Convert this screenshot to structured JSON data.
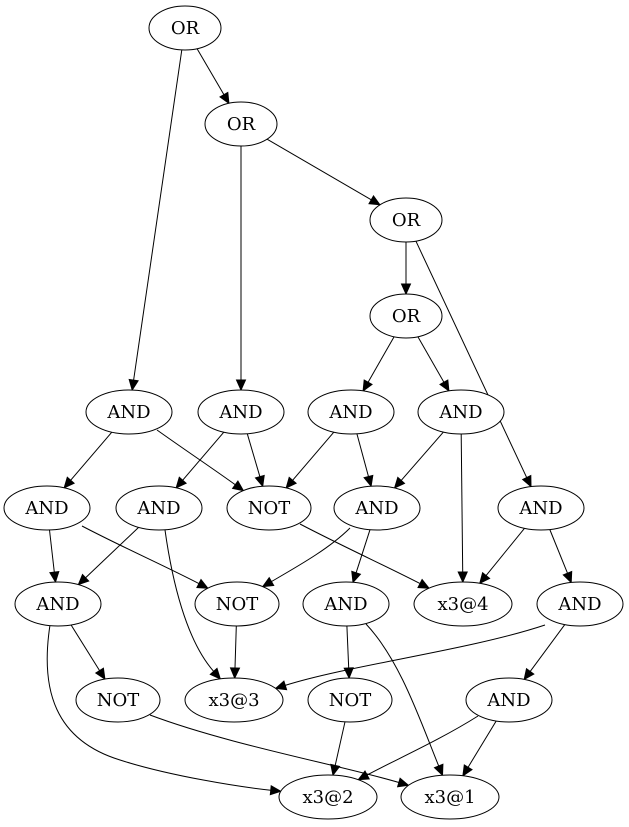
{
  "nodes": [
    {
      "id": "n1",
      "label": "OR"
    },
    {
      "id": "n2",
      "label": "OR"
    },
    {
      "id": "n3",
      "label": "OR"
    },
    {
      "id": "n4",
      "label": "OR"
    },
    {
      "id": "n5",
      "label": "AND"
    },
    {
      "id": "n6",
      "label": "AND"
    },
    {
      "id": "n7",
      "label": "AND"
    },
    {
      "id": "n8",
      "label": "AND"
    },
    {
      "id": "n9",
      "label": "AND"
    },
    {
      "id": "n10",
      "label": "AND"
    },
    {
      "id": "n11",
      "label": "NOT"
    },
    {
      "id": "n12",
      "label": "AND"
    },
    {
      "id": "n13",
      "label": "AND"
    },
    {
      "id": "n14",
      "label": "AND"
    },
    {
      "id": "n15",
      "label": "NOT"
    },
    {
      "id": "n16",
      "label": "AND"
    },
    {
      "id": "n17",
      "label": "x3@4"
    },
    {
      "id": "n18",
      "label": "AND"
    },
    {
      "id": "n19",
      "label": "NOT"
    },
    {
      "id": "n20",
      "label": "x3@3"
    },
    {
      "id": "n21",
      "label": "NOT"
    },
    {
      "id": "n22",
      "label": "AND"
    },
    {
      "id": "n23",
      "label": "x3@2"
    },
    {
      "id": "n24",
      "label": "x3@1"
    }
  ],
  "edges": [
    {
      "from": "n1",
      "to": "n2"
    },
    {
      "from": "n1",
      "to": "n5"
    },
    {
      "from": "n2",
      "to": "n3"
    },
    {
      "from": "n2",
      "to": "n6"
    },
    {
      "from": "n3",
      "to": "n4"
    },
    {
      "from": "n3",
      "to": "n13"
    },
    {
      "from": "n4",
      "to": "n7"
    },
    {
      "from": "n4",
      "to": "n8"
    },
    {
      "from": "n5",
      "to": "n9"
    },
    {
      "from": "n5",
      "to": "n11"
    },
    {
      "from": "n6",
      "to": "n10"
    },
    {
      "from": "n6",
      "to": "n11"
    },
    {
      "from": "n7",
      "to": "n11"
    },
    {
      "from": "n7",
      "to": "n12"
    },
    {
      "from": "n8",
      "to": "n12"
    },
    {
      "from": "n8",
      "to": "n17"
    },
    {
      "from": "n9",
      "to": "n14"
    },
    {
      "from": "n9",
      "to": "n15"
    },
    {
      "from": "n10",
      "to": "n14"
    },
    {
      "from": "n10",
      "to": "n20"
    },
    {
      "from": "n11",
      "to": "n17"
    },
    {
      "from": "n12",
      "to": "n15"
    },
    {
      "from": "n12",
      "to": "n16"
    },
    {
      "from": "n13",
      "to": "n17"
    },
    {
      "from": "n13",
      "to": "n18"
    },
    {
      "from": "n14",
      "to": "n19"
    },
    {
      "from": "n14",
      "to": "n23"
    },
    {
      "from": "n15",
      "to": "n20"
    },
    {
      "from": "n16",
      "to": "n21"
    },
    {
      "from": "n16",
      "to": "n24"
    },
    {
      "from": "n18",
      "to": "n20"
    },
    {
      "from": "n18",
      "to": "n22"
    },
    {
      "from": "n19",
      "to": "n24"
    },
    {
      "from": "n21",
      "to": "n23"
    },
    {
      "from": "n22",
      "to": "n23"
    },
    {
      "from": "n22",
      "to": "n24"
    }
  ]
}
